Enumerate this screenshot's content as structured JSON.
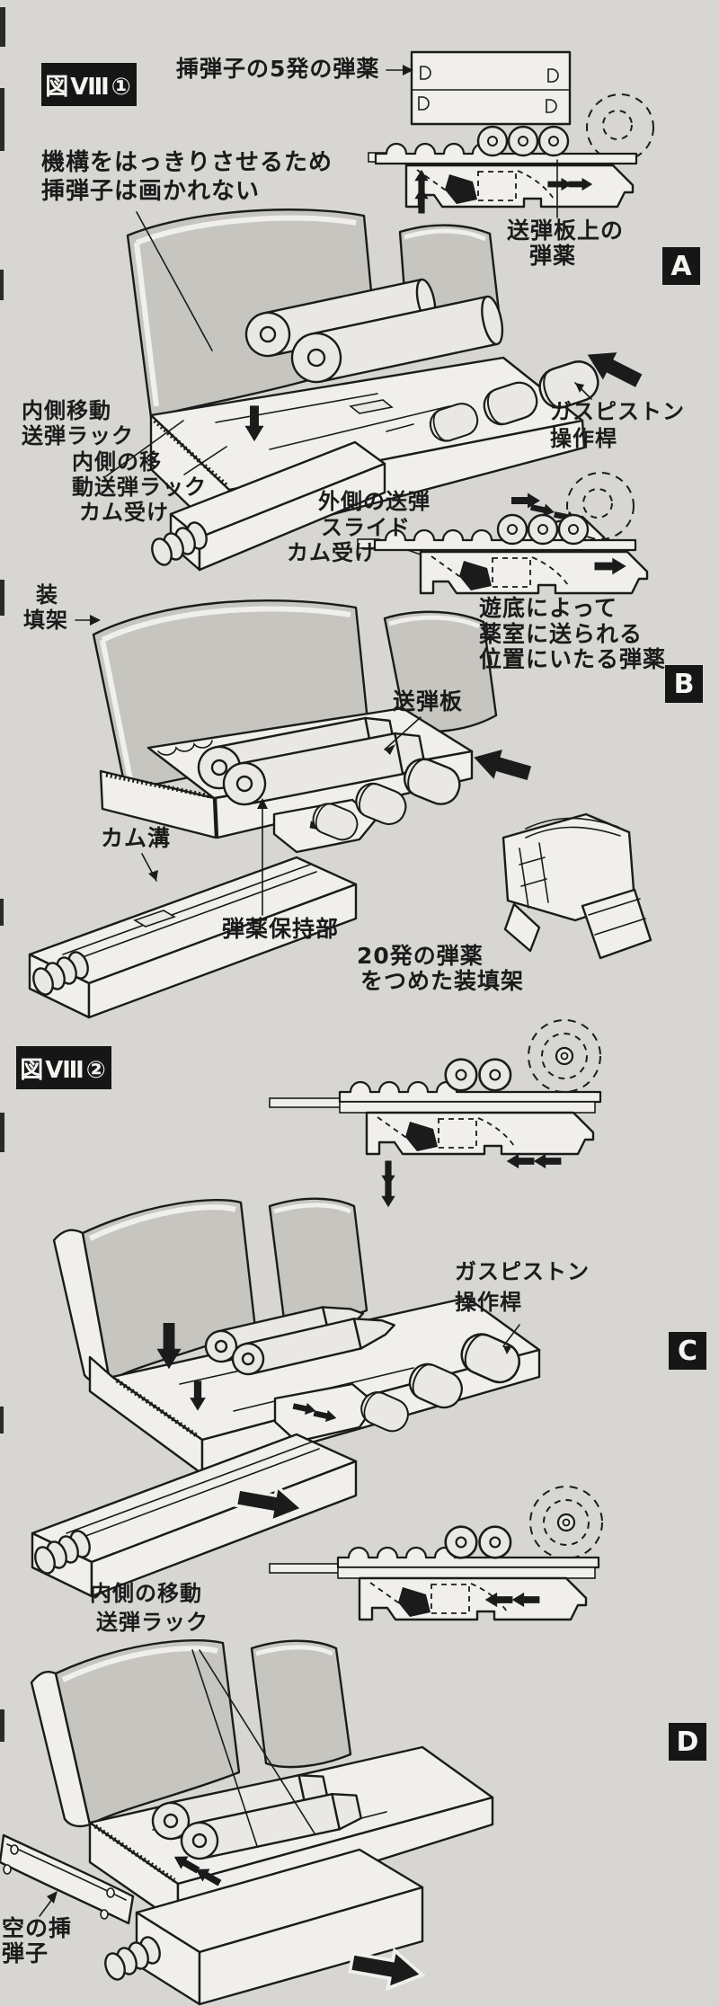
{
  "page": {
    "colors": {
      "paper": "#d7d6d2",
      "ink": "#1b1b1b"
    }
  },
  "figure1": {
    "tag": "図Ⅷ①",
    "panel_a": "A",
    "panel_b": "B",
    "clip_ammo": "挿弾子の5発の弾薬",
    "note_line1": "機構をはっきりさせるため",
    "note_line2": "挿弾子は画かれない",
    "plate_ammo_line1": "送弾板上の",
    "plate_ammo_line2": "弾薬",
    "inner_rack_line1": "内側移動",
    "inner_rack_line2": "送弾ラック",
    "inner_rack_cam_line1": "内側の移",
    "inner_rack_cam_line2": "動送弾ラック",
    "inner_rack_cam_line3": "カム受け",
    "gas_piston_line1": "ガスピストン",
    "gas_piston_line2": "操作桿",
    "outer_slide_line1": "外側の送弾",
    "outer_slide_line2": "スライド",
    "outer_slide_line3": "カム受け",
    "loading_rack_line1": "装",
    "loading_rack_line2": "填架",
    "chambered_line1": "遊底によって",
    "chambered_line2": "薬室に送られる",
    "chambered_line3": "位置にいたる弾薬",
    "feed_plate": "送弾板",
    "cam_groove": "カム溝",
    "ammo_holder": "弾薬保持部",
    "rack20_line1": "20発の弾薬",
    "rack20_line2": "をつめた装填架"
  },
  "figure2": {
    "tag": "図Ⅷ②",
    "panel_c": "C",
    "panel_d": "D",
    "gas_piston_line1": "ガスピストン",
    "gas_piston_line2": "操作桿",
    "inner_rack_line1": "内側の移動",
    "inner_rack_line2": "送弾ラック",
    "empty_clip_line1": "空の挿",
    "empty_clip_line2": "弾子"
  }
}
